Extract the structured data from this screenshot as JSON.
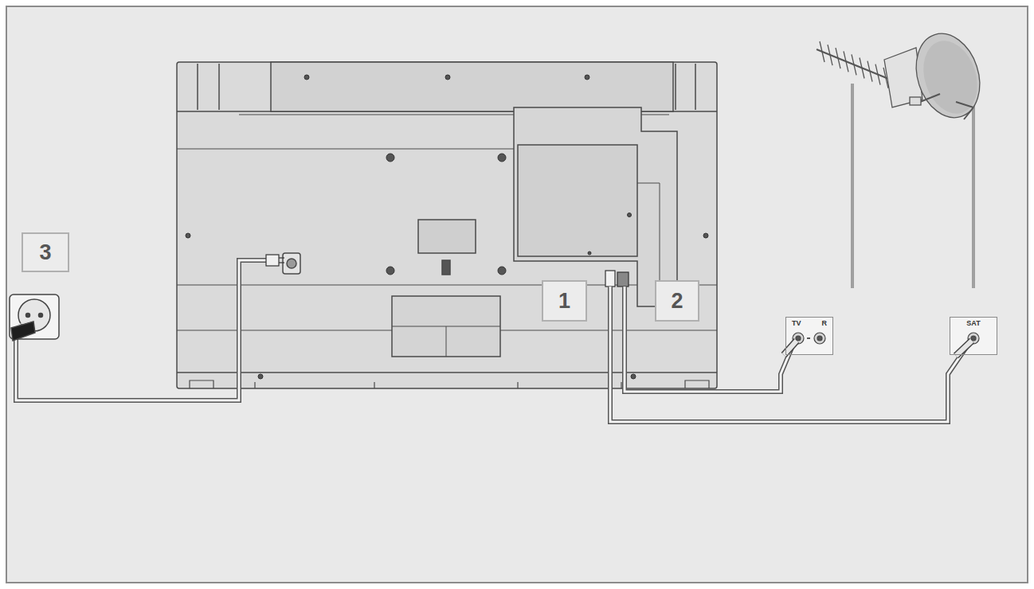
{
  "diagram": {
    "nodes": [
      {
        "text": [
          "3"
        ]
      },
      {
        "text": [
          "1"
        ]
      },
      {
        "text": [
          "2"
        ]
      },
      {
        "text": [
          "TV",
          "R"
        ]
      },
      {
        "text": [
          "SAT"
        ]
      }
    ]
  }
}
